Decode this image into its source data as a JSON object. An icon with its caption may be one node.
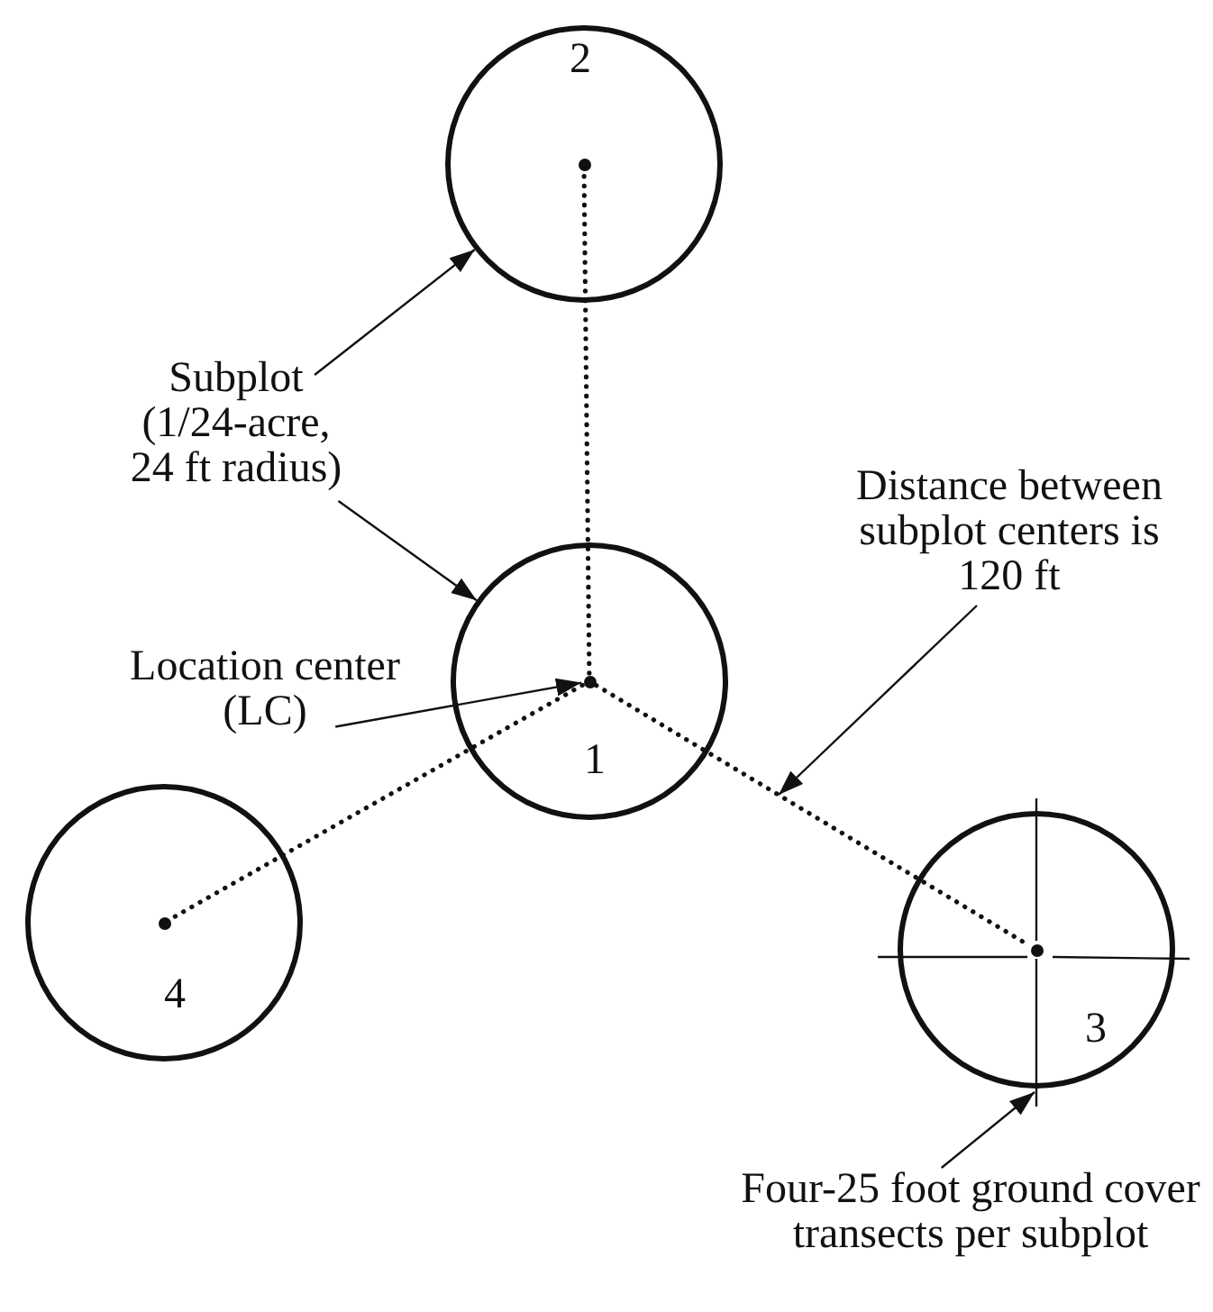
{
  "diagram": {
    "nodes": [
      {
        "text": [
          "2"
        ]
      },
      {
        "text": [],
        "shape": "circle",
        "in": 0
      },
      {
        "text": [
          "Subplot (1/24-acre, 24 ft radius)"
        ]
      },
      {
        "text": [
          "Distance between subplot centers is 120 ft"
        ]
      },
      {
        "text": [
          "1"
        ]
      },
      {
        "text": [],
        "shape": "circle",
        "in": 4
      },
      {
        "text": [
          "Location center (LC)"
        ]
      },
      {
        "text": [
          "4"
        ]
      },
      {
        "text": [],
        "shape": "circle",
        "in": 7
      },
      {
        "text": [
          "3"
        ]
      },
      {
        "text": [],
        "shape": "circle",
        "in": 9
      },
      {
        "text": [
          "Four-25 foot ground cover transects per subplot"
        ]
      }
    ],
    "edges": [
      {
        "from": 2,
        "to": 0,
        "arrow": "to"
      },
      {
        "from": 2,
        "to": 4,
        "arrow": "to"
      },
      {
        "from": 6,
        "to": 5,
        "arrow": "to"
      },
      {
        "from": 5,
        "to": 1,
        "arrow": "none",
        "style": "dashed"
      },
      {
        "from": 5,
        "to": 10,
        "arrow": "none",
        "style": "dashed"
      },
      {
        "from": 5,
        "to": 8,
        "arrow": "none",
        "style": "dashed"
      },
      {
        "from": 3,
        "to": null,
        "arrow": "to"
      },
      {
        "from": 11,
        "to": 9,
        "arrow": "to"
      }
    ]
  }
}
